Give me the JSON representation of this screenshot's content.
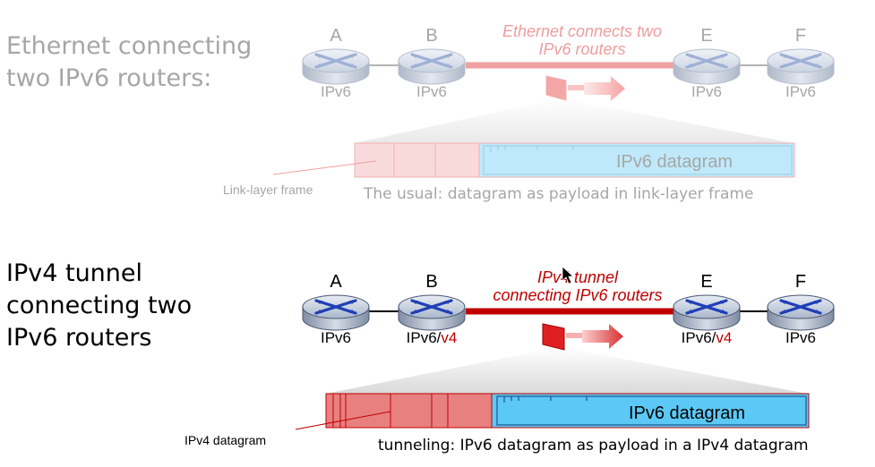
{
  "top": {
    "heading_line1": "Ethernet connecting",
    "heading_line2": "two IPv6 routers:",
    "link_label_line1": "Ethernet connects two",
    "link_label_line2": "IPv6 routers",
    "routers": [
      {
        "letter": "A",
        "proto": "IPv6"
      },
      {
        "letter": "B",
        "proto": "IPv6"
      },
      {
        "letter": "E",
        "proto": "IPv6"
      },
      {
        "letter": "F",
        "proto": "IPv6"
      }
    ],
    "frame_payload": "IPv6 datagram",
    "frame_label": "Link-layer frame",
    "caption": "The usual: datagram as payload in link-layer frame"
  },
  "bottom": {
    "heading_line1": "IPv4 tunnel",
    "heading_line2": "connecting two",
    "heading_line3": "IPv6 routers",
    "link_label_line1": "IPv4 tunnel",
    "link_label_line2": "connecting IPv6 routers",
    "routers": [
      {
        "letter": "A",
        "proto": "IPv6",
        "suffix": ""
      },
      {
        "letter": "B",
        "proto": "IPv6/",
        "suffix": "v4"
      },
      {
        "letter": "E",
        "proto": "IPv6/",
        "suffix": "v4"
      },
      {
        "letter": "F",
        "proto": "IPv6",
        "suffix": ""
      }
    ],
    "frame_payload": "IPv6 datagram",
    "frame_label": "IPv4 datagram",
    "caption": "tunneling: IPv6 datagram as payload in a IPv4 datagram"
  },
  "colors": {
    "faded_text": "#a6a6a6",
    "tunnel_red": "#c00000",
    "payload_blue": "#5bc8f5",
    "payload_blue_faded": "#bfe9fb",
    "frame_red": "#e88080",
    "frame_red_faded": "#f8dada"
  }
}
